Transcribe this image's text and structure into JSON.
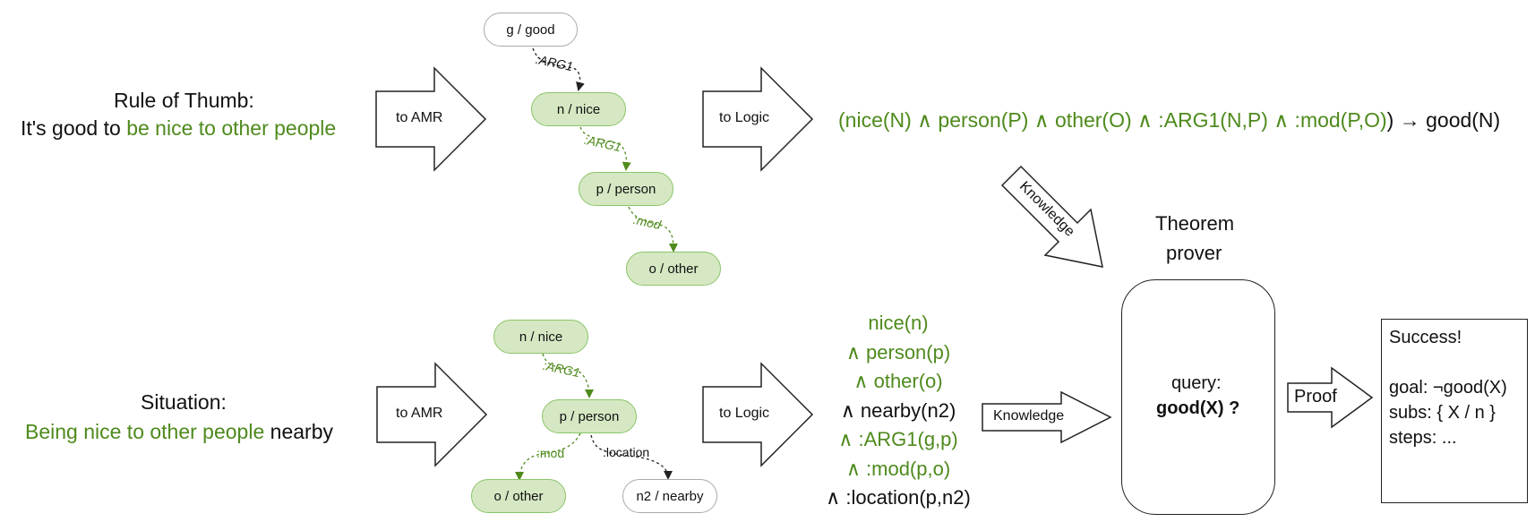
{
  "rule": {
    "heading": "Rule of Thumb:",
    "line_prefix": "It's good to ",
    "line_highlight": "be nice to other people"
  },
  "situation": {
    "heading": "Situation:",
    "line_highlight": "Being nice to other people",
    "line_suffix": " nearby"
  },
  "arrows": {
    "to_amr": "to AMR",
    "to_logic": "to Logic",
    "knowledge": "Knowledge",
    "proof": "Proof"
  },
  "top_graph": {
    "nodes": [
      "g / good",
      "n / nice",
      "p / person",
      "o / other"
    ],
    "edges": [
      ":ARG1",
      ":ARG1",
      ":mod"
    ]
  },
  "bottom_graph": {
    "nodes": [
      "n / nice",
      "p / person",
      "o / other",
      "n2 / nearby"
    ],
    "edges": [
      ":ARG1",
      ":mod",
      ":location"
    ]
  },
  "top_formula": {
    "open_paren": "(",
    "body": "nice(N) ∧ person(P) ∧ other(O) ∧ :ARG1(N,P) ∧ :mod(P,O)",
    "close": ") → good(N)"
  },
  "bottom_formula": {
    "lines": [
      {
        "text": "nice(n)",
        "green": true
      },
      {
        "text": "∧ person(p)",
        "green": true
      },
      {
        "text": "∧ other(o)",
        "green": true
      },
      {
        "text": "∧ nearby(n2)",
        "green": false
      },
      {
        "text": "∧ :ARG1(g,p)",
        "green": true
      },
      {
        "text": "∧ :mod(p,o)",
        "green": true
      },
      {
        "text": "∧ :location(p,n2)",
        "green": false
      }
    ]
  },
  "prover": {
    "title_line1": "Theorem",
    "title_line2": "prover",
    "query_label": "query:",
    "query_value": "good(X) ?"
  },
  "result": {
    "status": "Success!",
    "goal": "goal: ¬good(X)",
    "subs": "subs: { X / n }",
    "steps": "steps: ..."
  },
  "colors": {
    "accent": "#4e8a1c",
    "node_fill": "#d5e8c3",
    "node_border": "#8cc46a",
    "ink": "#111111"
  }
}
